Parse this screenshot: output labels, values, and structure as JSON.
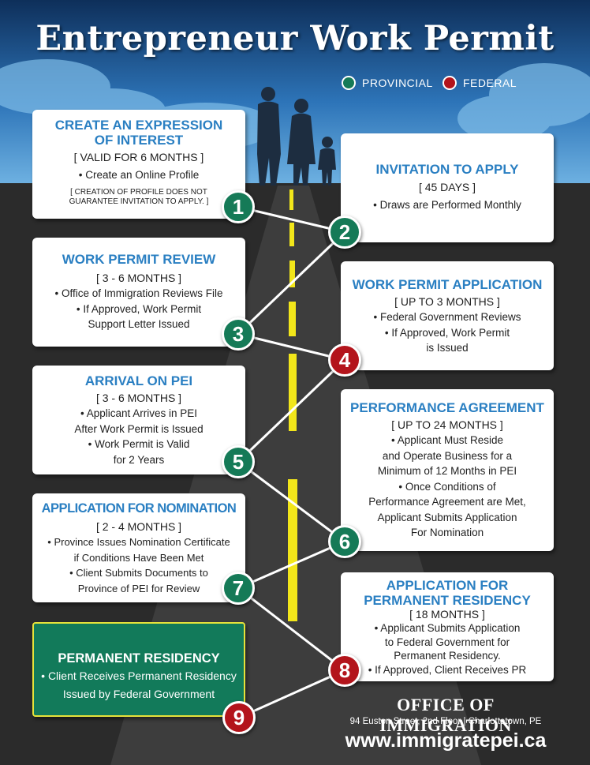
{
  "title": "Entrepreneur Work Permit",
  "legend": {
    "provincial": {
      "label": "PROVINCIAL",
      "color": "#157a57"
    },
    "federal": {
      "label": "FEDERAL",
      "color": "#b3141b"
    }
  },
  "cards": [
    {
      "heading": "CREATE AN EXPRESSION OF INTEREST",
      "duration": "[ VALID FOR 6 MONTHS ]",
      "bullets": [
        "• Create an Online Profile"
      ],
      "note": "[ CREATION OF PROFILE DOES NOT GUARANTEE INVITATION TO APPLY. ]"
    },
    {
      "heading": "INVITATION TO APPLY",
      "duration": "[ 45 DAYS ]",
      "bullets": [
        "• Draws are Performed Monthly"
      ]
    },
    {
      "heading": "WORK PERMIT REVIEW",
      "duration": "[ 3 - 6 MONTHS ]",
      "bullets": [
        "• Office of Immigration Reviews File",
        "• If Approved, Work Permit",
        "Support Letter Issued"
      ]
    },
    {
      "heading": "WORK PERMIT APPLICATION",
      "duration": "[ UP TO 3 MONTHS ]",
      "bullets": [
        "• Federal Government Reviews",
        "• If Approved, Work Permit",
        "is Issued"
      ]
    },
    {
      "heading": "ARRIVAL ON PEI",
      "duration": "[ 3 - 6 MONTHS ]",
      "bullets": [
        "• Applicant Arrives in PEI",
        "After Work Permit is Issued",
        "• Work Permit is Valid",
        "for 2 Years"
      ]
    },
    {
      "heading": "PERFORMANCE AGREEMENT",
      "duration": "[ UP TO 24 MONTHS ]",
      "bullets": [
        "• Applicant Must Reside",
        "and Operate Business for a",
        "Minimum of 12 Months in PEI",
        "• Once Conditions of",
        "Performance Agreement are Met,",
        "Applicant Submits Application",
        "For Nomination"
      ]
    },
    {
      "heading": "APPLICATION FOR NOMINATION",
      "duration": "[ 2 - 4 MONTHS ]",
      "bullets": [
        "• Province Issues Nomination Certificate",
        "if Conditions Have Been Met",
        "• Client Submits Documents to",
        "Province of PEI for Review"
      ]
    },
    {
      "heading": "APPLICATION FOR PERMANENT RESIDENCY",
      "duration": "[ 18 MONTHS ]",
      "bullets": [
        "• Applicant Submits Application",
        "to Federal Government for",
        "Permanent Residency.",
        "• If Approved, Client Receives PR"
      ]
    }
  ],
  "final": {
    "heading": "PERMANENT RESIDENCY",
    "bullets": [
      "• Client Receives Permanent Residency",
      "Issued by Federal Government"
    ]
  },
  "steps": [
    "1",
    "2",
    "3",
    "4",
    "5",
    "6",
    "7",
    "8",
    "9"
  ],
  "footer": {
    "office": "OFFICE OF IMMIGRATION",
    "address": "94 Euston Street, 2nd Floor | Charlottetown, PE",
    "website": "www.immigratepei.ca"
  }
}
